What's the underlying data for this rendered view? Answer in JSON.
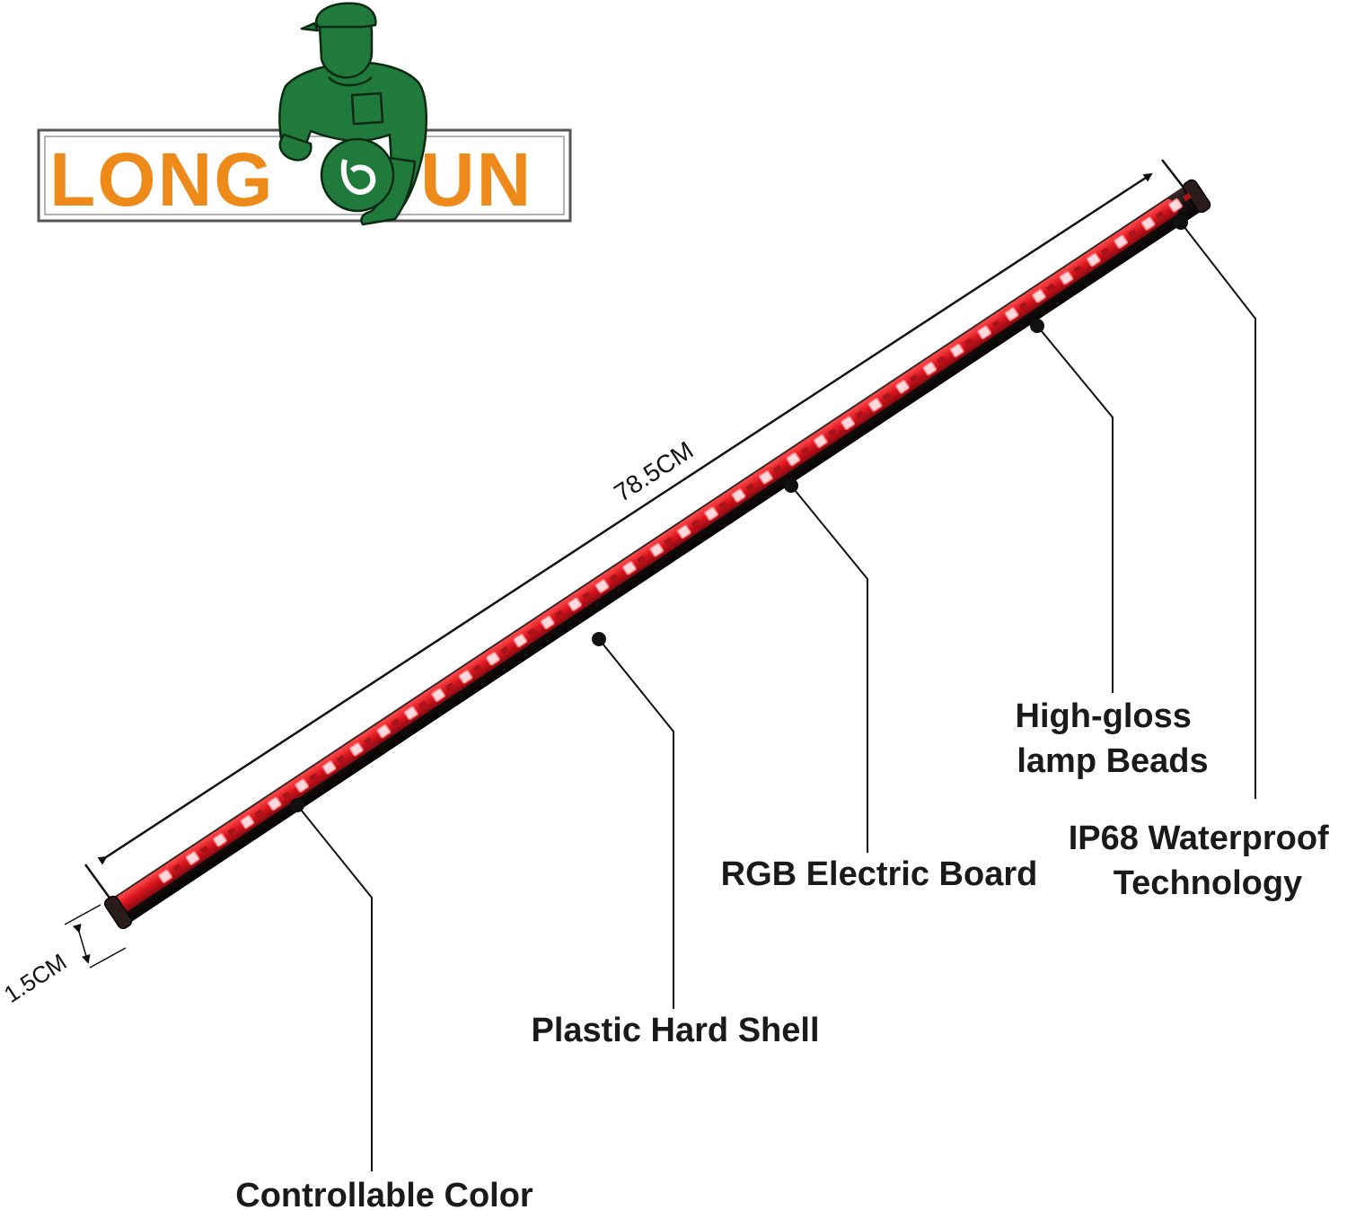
{
  "brand": {
    "left_text": "LONG",
    "right_text": "UN",
    "text_color": "#ee8a1a",
    "mascot_color": "#1f7a3c",
    "mascot_icon": "worker-mascot-icon"
  },
  "dimensions": {
    "length_label": "78.5CM",
    "width_label": "1.5CM"
  },
  "strip": {
    "led_color": "#e8202a",
    "body_color": "#1a1414"
  },
  "callouts": [
    {
      "id": "controllable-color",
      "lines": [
        "Controllable Color"
      ]
    },
    {
      "id": "plastic-hard-shell",
      "lines": [
        "Plastic Hard Shell"
      ]
    },
    {
      "id": "rgb-electric-board",
      "lines": [
        "RGB Electric Board"
      ]
    },
    {
      "id": "high-gloss-lamp-beads",
      "lines": [
        "High-gloss",
        "lamp Beads"
      ]
    },
    {
      "id": "ip68-waterproof",
      "lines": [
        "IP68 Waterproof",
        "Technology"
      ]
    }
  ]
}
